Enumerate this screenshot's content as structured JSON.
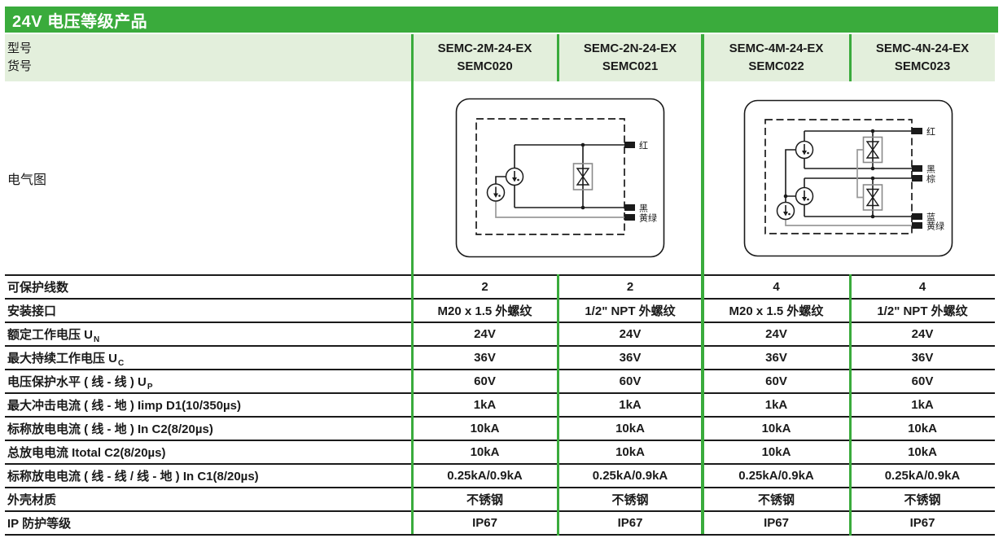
{
  "title": "24V 电压等级产品",
  "colors": {
    "green": "#3aab3c",
    "light_green": "#e3efdc",
    "line": "#1a1a1a",
    "gray": "#9a9a9a"
  },
  "header": {
    "model_label": "型号",
    "code_label": "货号",
    "products": [
      {
        "model": "SEMC-2M-24-EX",
        "code": "SEMC020"
      },
      {
        "model": "SEMC-2N-24-EX",
        "code": "SEMC021"
      },
      {
        "model": "SEMC-4M-24-EX",
        "code": "SEMC022"
      },
      {
        "model": "SEMC-4N-24-EX",
        "code": "SEMC023"
      }
    ]
  },
  "diagram_row": {
    "label": "电气图",
    "left_terminals": [
      "红",
      "黑",
      "黄绿"
    ],
    "right_terminals": [
      "红",
      "黑",
      "棕",
      "蓝",
      "黄绿"
    ]
  },
  "spec_rows": [
    {
      "label": "可保护线数",
      "sub": "",
      "values": [
        "2",
        "2",
        "4",
        "4"
      ]
    },
    {
      "label": "安装接口",
      "sub": "",
      "values": [
        "M20 x 1.5 外螺纹",
        "1/2\" NPT 外螺纹",
        "M20 x 1.5 外螺纹",
        "1/2\" NPT 外螺纹"
      ]
    },
    {
      "label": "额定工作电压 U",
      "sub": "N",
      "values": [
        "24V",
        "24V",
        "24V",
        "24V"
      ]
    },
    {
      "label": "最大持续工作电压 U",
      "sub": "C",
      "values": [
        "36V",
        "36V",
        "36V",
        "36V"
      ]
    },
    {
      "label": "电压保护水平 ( 线 - 线 ) U",
      "sub": "P",
      "values": [
        "60V",
        "60V",
        "60V",
        "60V"
      ]
    },
    {
      "label": "最大冲击电流 ( 线 - 地 ) Iimp D1(10/350µs)",
      "sub": "",
      "values": [
        "1kA",
        "1kA",
        "1kA",
        "1kA"
      ]
    },
    {
      "label": "标称放电电流 ( 线 - 地 ) In C2(8/20µs)",
      "sub": "",
      "values": [
        "10kA",
        "10kA",
        "10kA",
        "10kA"
      ]
    },
    {
      "label": "总放电电流 Itotal C2(8/20µs)",
      "sub": "",
      "values": [
        "10kA",
        "10kA",
        "10kA",
        "10kA"
      ]
    },
    {
      "label": "标称放电电流 ( 线 - 线 / 线 - 地 ) In C1(8/20µs)",
      "sub": "",
      "values": [
        "0.25kA/0.9kA",
        "0.25kA/0.9kA",
        "0.25kA/0.9kA",
        "0.25kA/0.9kA"
      ]
    },
    {
      "label": "外壳材质",
      "sub": "",
      "values": [
        "不锈钢",
        "不锈钢",
        "不锈钢",
        "不锈钢"
      ]
    },
    {
      "label": "IP 防护等级",
      "sub": "",
      "values": [
        "IP67",
        "IP67",
        "IP67",
        "IP67"
      ]
    }
  ]
}
